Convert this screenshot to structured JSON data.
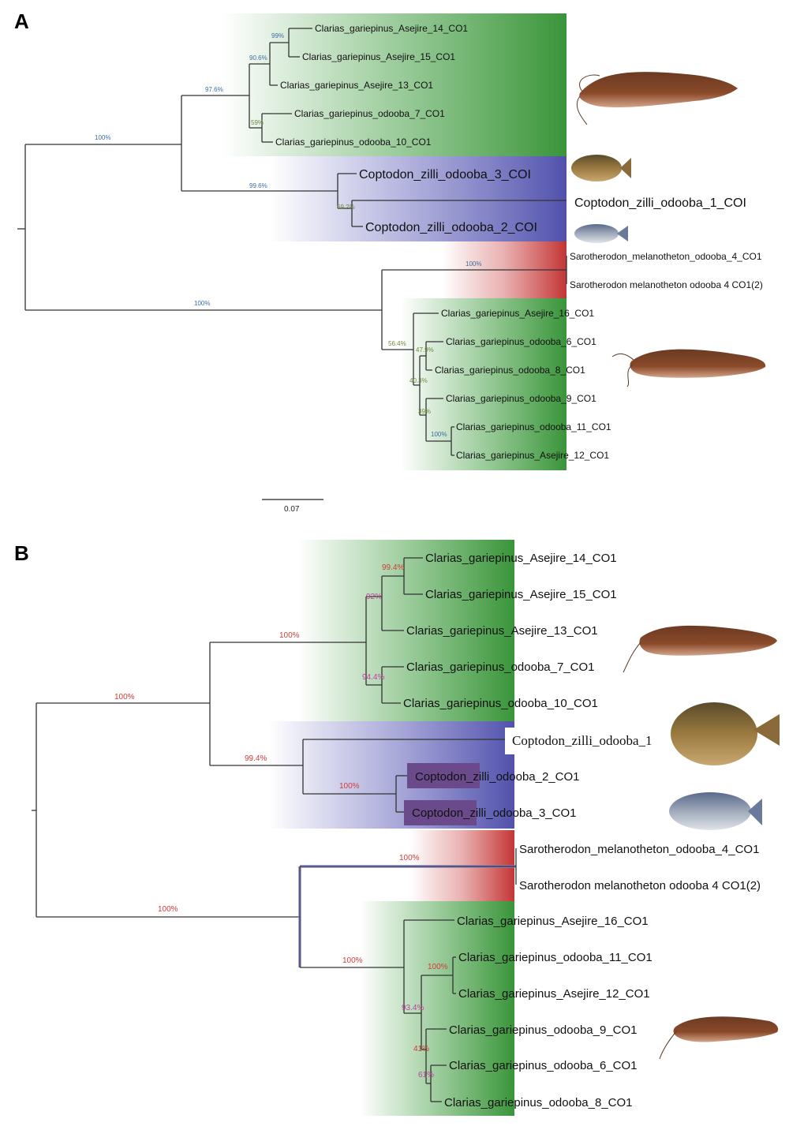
{
  "panel_a": {
    "letter": "A",
    "scale_label": "0.07",
    "tips": [
      "Clarias_gariepinus_Asejire_14_CO1",
      "Clarias_gariepinus_Asejire_15_CO1",
      "Clarias_gariepinus_Asejire_13_CO1",
      "Clarias_gariepinus_odooba_7_CO1",
      "Clarias_gariepinus_odooba_10_CO1",
      "Coptodon_zilli_odooba_3_COI",
      "Coptodon_zilli_odooba_1_COI",
      "Coptodon_zilli_odooba_2_COI",
      "Sarotherodon_melanotheton_odooba_4_CO1",
      "Sarotherodon melanotheton odooba 4 CO1(2)",
      "Clarias_gariepinus_Asejire_16_CO1",
      "Clarias_gariepinus_odooba_6_CO1",
      "Clarias_gariepinus_odooba_8_CO1",
      "Clarias_gariepinus_odooba_9_CO1",
      "Clarias_gariepinus_odooba_11_CO1",
      "Clarias_gariepinus_Asejire_12_CO1"
    ],
    "support": [
      "99%",
      "90.6%",
      "97.6%",
      "59%",
      "100%",
      "99.6%",
      "69.2%",
      "100%",
      "100%",
      "56.4%",
      "47.9%",
      "40.3%",
      "39%",
      "100%"
    ]
  },
  "panel_b": {
    "letter": "B",
    "tips": [
      "Clarias_gariepinus_Asejire_14_CO1",
      "Clarias_gariepinus_Asejire_15_CO1",
      "Clarias_gariepinus_Asejire_13_CO1",
      "Clarias_gariepinus_odooba_7_CO1",
      "Clarias_gariepinus_odooba_10_CO1",
      "Coptodon_zilli_odooba_1",
      "Coptodon_zilli_odooba_2_CO1",
      "Coptodon_zilli_odooba_3_CO1",
      "Sarotherodon_melanotheton_odooba_4_CO1",
      "Sarotherodon melanotheton odooba 4 CO1(2)",
      "Clarias_gariepinus_Asejire_16_CO1",
      "Clarias_gariepinus_odooba_11_CO1",
      "Clarias_gariepinus_Asejire_12_CO1",
      "Clarias_gariepinus_odooba_9_CO1",
      "Clarias_gariepinus_odooba_6_CO1",
      "Clarias_gariepinus_odooba_8_CO1"
    ],
    "support": [
      "99.4%",
      "92%",
      "94.4%",
      "100%",
      "100%",
      "99.4%",
      "100%",
      "100%",
      "100%",
      "100%",
      "100%",
      "93.4%",
      "41%",
      "61%"
    ]
  },
  "colors": {
    "clarias_clade": "#3a9a3a",
    "coptodon_clade": "#5a5ab8",
    "sarotherodon_clade": "#c83a3a",
    "support_a": "#3a6ea5",
    "support_b": "#d23b3b"
  },
  "icons": [
    "catfish-image",
    "tilapia-image"
  ]
}
